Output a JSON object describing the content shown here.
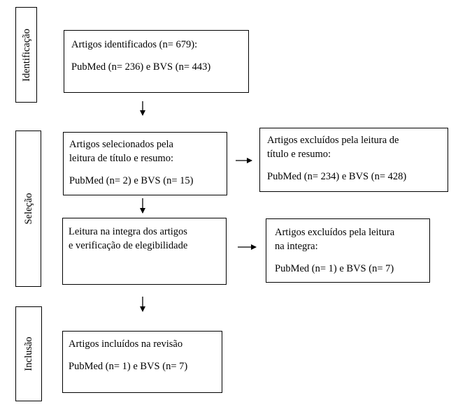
{
  "phases": {
    "identificacao": "Identificação",
    "selecao": "Seleção",
    "inclusao": "Inclusão"
  },
  "boxes": {
    "identified": {
      "line1": "Artigos identificados (n= 679):",
      "line2": "PubMed (n= 236) e BVS (n= 443)"
    },
    "selected": {
      "line1": "Artigos selecionados pela",
      "line2": "leitura de título e resumo:",
      "line3": "PubMed (n= 2) e BVS (n= 15)"
    },
    "excluded_title": {
      "line1": "Artigos excluídos pela leitura de",
      "line2": "título e resumo:",
      "line3": "PubMed (n= 234) e BVS (n= 428)"
    },
    "full_read": {
      "line1": "Leitura na integra dos artigos",
      "line2": "e verificação de elegibilidade"
    },
    "excluded_full": {
      "line1": "Artigos excluídos pela leitura",
      "line2": "na integra:",
      "line3": "PubMed (n= 1) e BVS (n= 7)"
    },
    "included": {
      "line1": "Artigos incluídos na revisão",
      "line2": "PubMed (n= 1) e BVS (n= 7)"
    }
  },
  "colors": {
    "stroke": "#000000",
    "background": "#ffffff"
  }
}
